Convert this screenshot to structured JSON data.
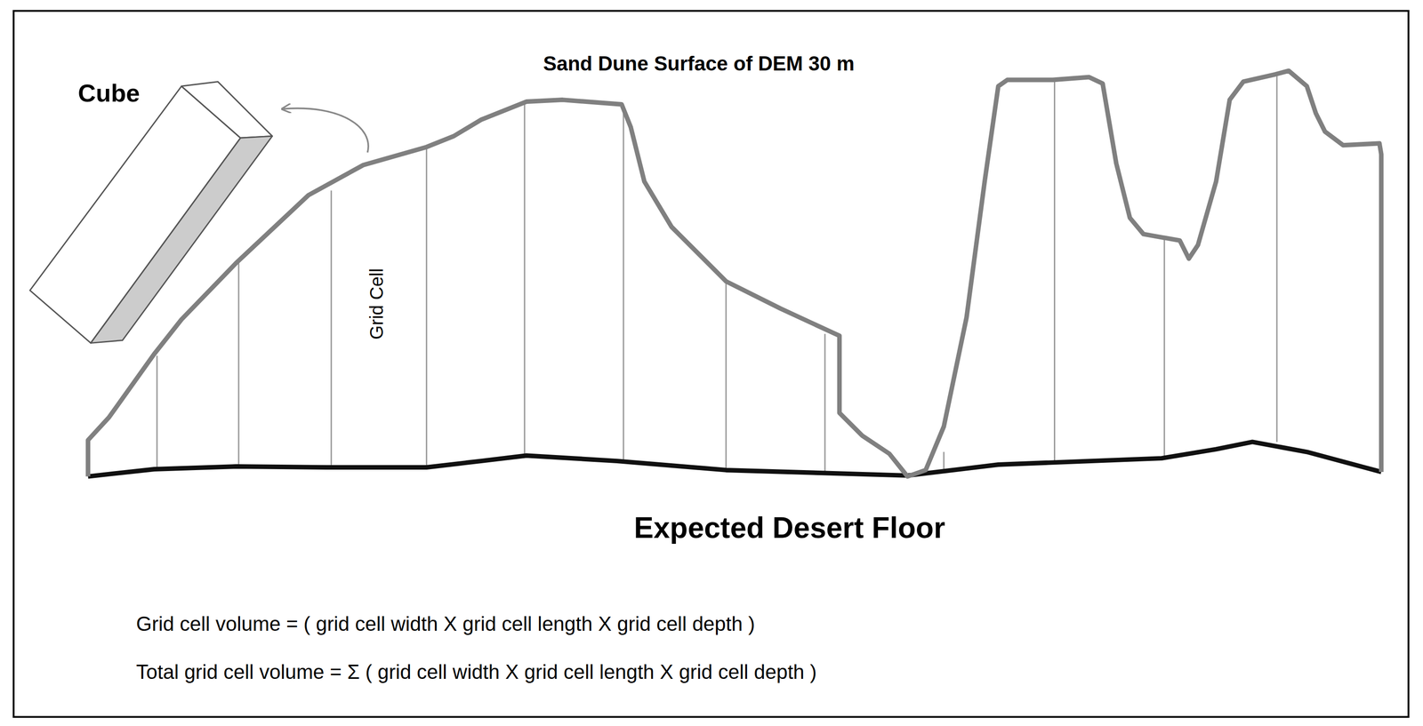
{
  "diagram": {
    "labels": [
      "Sand Dune Surface of DEM 30 m",
      "Cube",
      "Grid Cell",
      "Expected Desert Floor",
      "Grid cell volume = ( grid cell width X grid cell length X grid cell depth )",
      "Total grid cell volume = Σ ( grid cell width X grid cell length X grid cell depth )"
    ]
  }
}
